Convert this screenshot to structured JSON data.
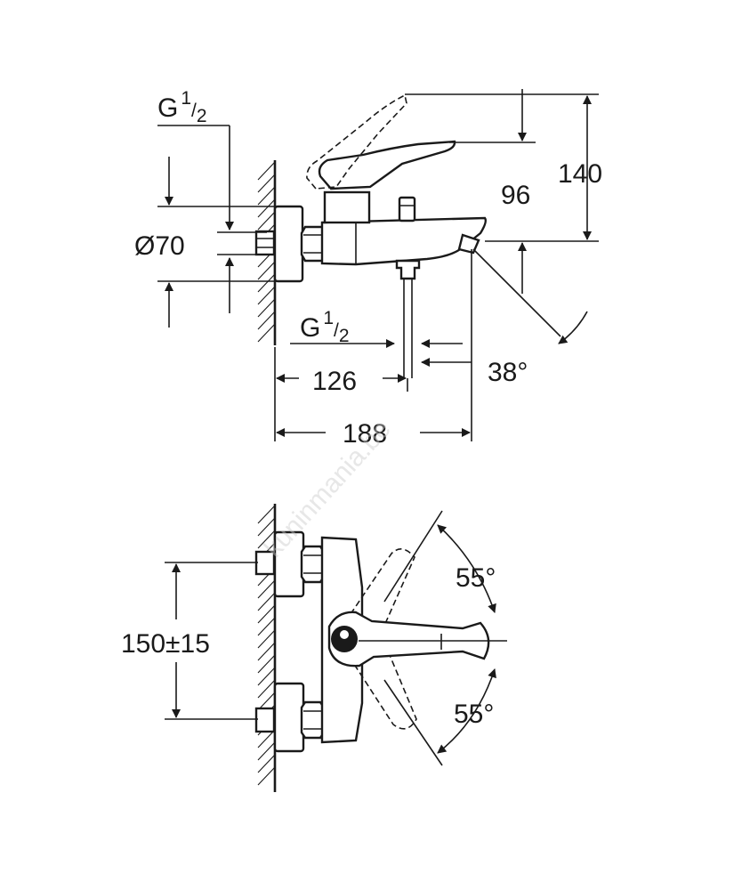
{
  "side_view": {
    "thread_top": {
      "base": "G",
      "num": "1",
      "den": "2"
    },
    "diameter_label": "Ø70",
    "dim_96": "96",
    "dim_140": "140",
    "thread_bottom": {
      "base": "G",
      "num": "1",
      "den": "2"
    },
    "dim_126": "126",
    "angle_38": "38°",
    "dim_188": "188"
  },
  "front_view": {
    "angle_upper": "55°",
    "angle_lower": "55°",
    "dim_150": "150±15"
  },
  "watermark": "kuninmania.be",
  "colors": {
    "line": "#1a1a1a",
    "background": "#ffffff",
    "watermark": "#c9c9c9"
  }
}
